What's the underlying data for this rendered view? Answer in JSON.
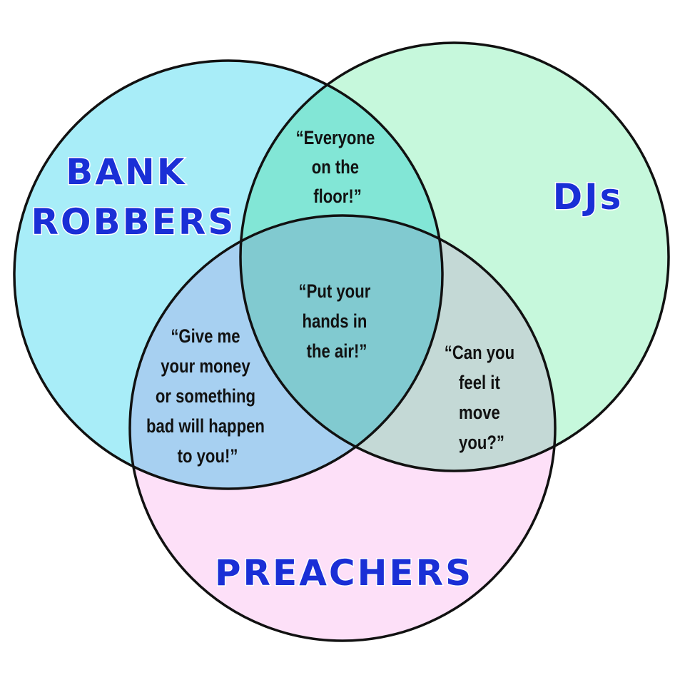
{
  "sets": [
    {
      "id": "bank-robbers",
      "lines": [
        "BANK",
        "ROBBERS"
      ],
      "color": "#a8edf8"
    },
    {
      "id": "djs",
      "lines": [
        "DJs"
      ],
      "color": "#c6f8dc"
    },
    {
      "id": "preachers",
      "lines": [
        "PREACHERS"
      ],
      "color": "#fde0f8"
    }
  ],
  "label_color": "#1a2fd6",
  "intersections": {
    "bank_robbers_djs": [
      "“Everyone",
      "on the",
      "floor!”"
    ],
    "bank_robbers_preachers": [
      "“Give me",
      "your money",
      "or something",
      "bad will happen",
      "to you!”"
    ],
    "djs_preachers": [
      "“Can you",
      "feel it",
      "move",
      "you?”"
    ],
    "all_three": [
      "“Put your",
      "hands in",
      "the air!”"
    ]
  }
}
